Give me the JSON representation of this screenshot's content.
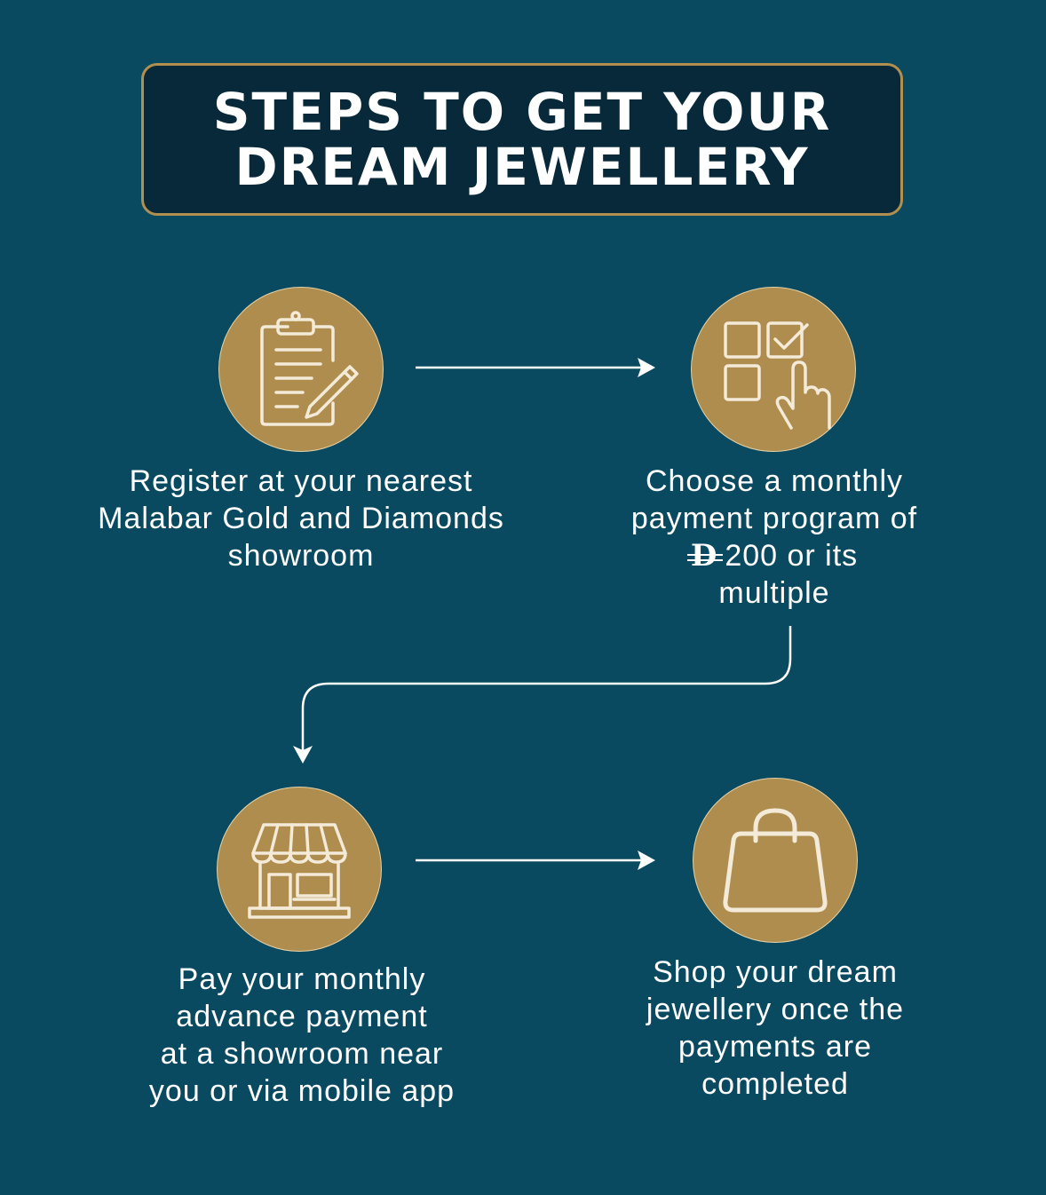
{
  "title": {
    "line1": "STEPS TO GET YOUR",
    "line2": "DREAM JEWELLERY"
  },
  "colors": {
    "background": "#0a4a61",
    "title_box": "#07293a",
    "gold": "#ae8d4f",
    "icon_stroke": "#f3ead8"
  },
  "steps": [
    {
      "icon": "clipboard-pencil-icon",
      "lines": [
        "Register at your nearest",
        "Malabar Gold and Diamonds",
        "showroom"
      ]
    },
    {
      "icon": "checkbox-select-hand-icon",
      "lines": [
        "Choose a monthly",
        "payment program of",
        "200 or its",
        "multiple"
      ],
      "currency_symbol": "D"
    },
    {
      "icon": "storefront-icon",
      "lines": [
        "Pay your monthly",
        "advance payment",
        "at a showroom near",
        "you or via mobile app"
      ]
    },
    {
      "icon": "shopping-bag-icon",
      "lines": [
        "Shop your dream",
        "jewellery once the",
        "payments are",
        "completed"
      ]
    }
  ]
}
